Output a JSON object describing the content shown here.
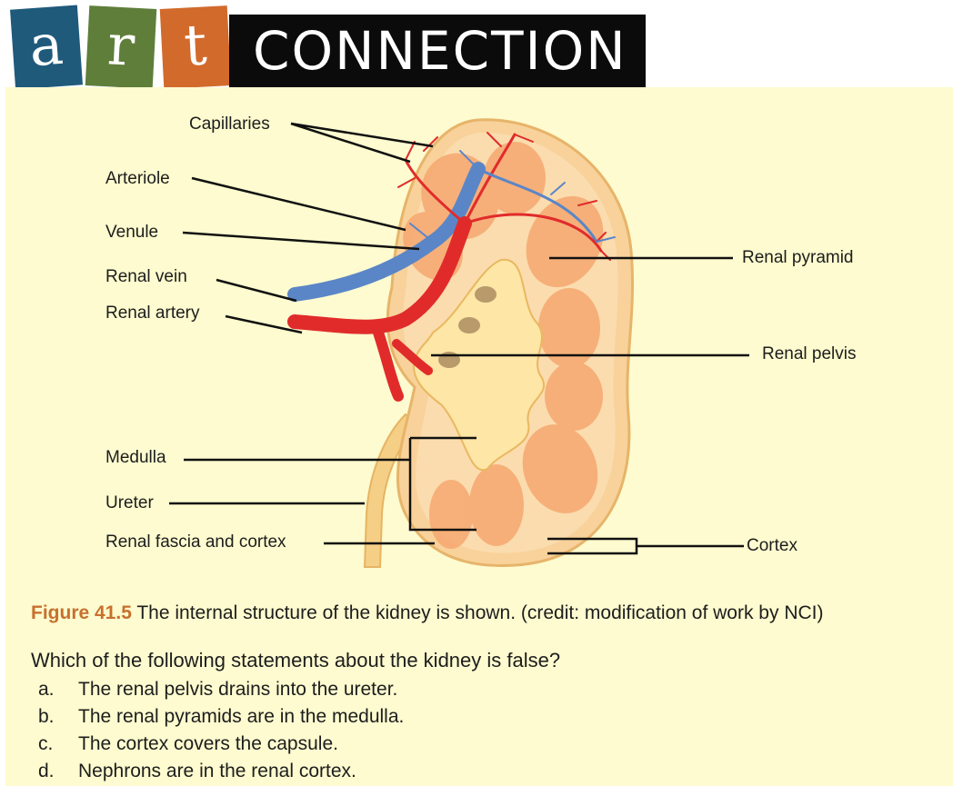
{
  "header": {
    "tiles": [
      "a",
      "r",
      "t"
    ],
    "banner": "CONNECTION",
    "tile_colors": [
      "#1f5a7b",
      "#5e7e3a",
      "#d26a2c"
    ]
  },
  "diagram": {
    "labels": {
      "capillaries": "Capillaries",
      "arteriole": "Arteriole",
      "venule": "Venule",
      "renal_vein": "Renal vein",
      "renal_artery": "Renal artery",
      "medulla": "Medulla",
      "ureter": "Ureter",
      "renal_fascia_cortex": "Renal fascia and cortex",
      "renal_pyramid": "Renal pyramid",
      "renal_pelvis": "Renal pelvis",
      "cortex": "Cortex"
    },
    "colors": {
      "artery": "#e12b2b",
      "vein": "#5a86c8",
      "capsule": "#f3c98a",
      "pyramid": "#f5a36a",
      "pelvis": "#fde7a0"
    }
  },
  "caption": {
    "figure": "Figure 41.5",
    "text": " The internal structure of the kidney is shown. (credit: modification of work by NCI)"
  },
  "question": {
    "prompt": "Which of the following statements about the kidney is false?",
    "options": [
      {
        "letter": "a.",
        "text": "The renal pelvis drains into the ureter."
      },
      {
        "letter": "b.",
        "text": "The renal pyramids are in the medulla."
      },
      {
        "letter": "c.",
        "text": "The cortex covers the capsule."
      },
      {
        "letter": "d.",
        "text": "Nephrons are in the renal cortex."
      }
    ]
  }
}
